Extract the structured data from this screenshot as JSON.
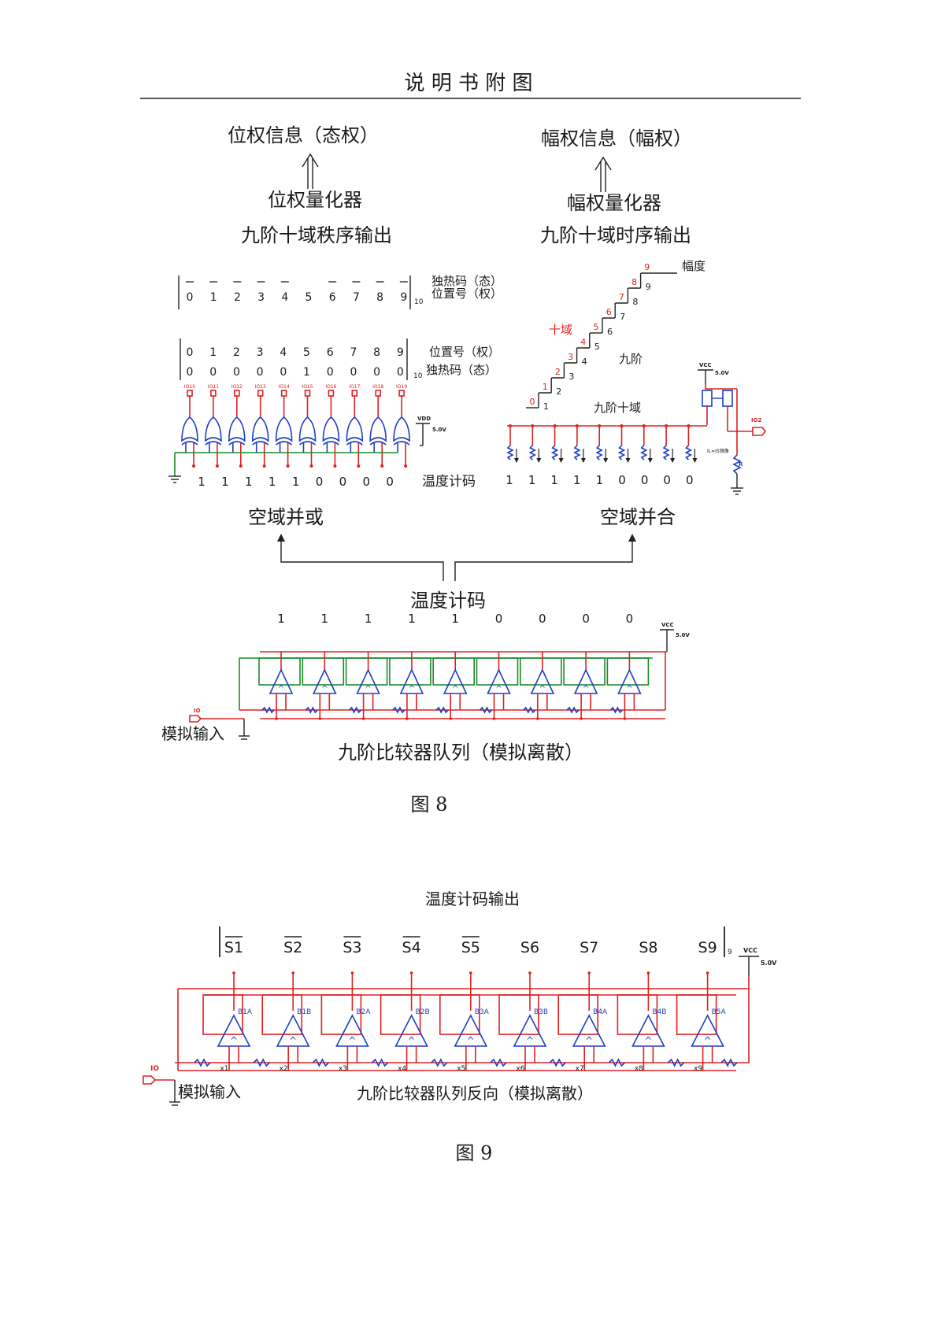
{
  "page": {
    "header": "说 明 书 附 图"
  },
  "fig8": {
    "left_top": "位权信息（态权）",
    "left_quantizer": "位权量化器",
    "left_order": "九阶十域秩序输出",
    "right_top": "幅权信息（幅权）",
    "right_quantizer": "幅权量化器",
    "right_order": "九阶十域时序输出",
    "pos_digits": [
      "0",
      "1",
      "2",
      "3",
      "4",
      "5",
      "6",
      "7",
      "8",
      "9"
    ],
    "sub10": "10",
    "onehot_label": "独热码（态）",
    "position_label": "位置号（权）",
    "onehot_values": [
      "0",
      "0",
      "0",
      "0",
      "0",
      "1",
      "0",
      "0",
      "0",
      "0"
    ],
    "io_labels": [
      "IO10",
      "IO11",
      "IO12",
      "IO13",
      "IO14",
      "IO15",
      "IO16",
      "IO17",
      "IO18",
      "IO19"
    ],
    "vdd": "VDD",
    "volt": "5.0V",
    "vcc": "VCC",
    "thermo_label": "温度计码",
    "thermo_values": [
      "1",
      "1",
      "1",
      "1",
      "1",
      "0",
      "0",
      "0",
      "0"
    ],
    "stair_red": [
      "0",
      "1",
      "2",
      "3",
      "4",
      "5",
      "6",
      "7",
      "8",
      "9"
    ],
    "stair_black": [
      "1",
      "2",
      "3",
      "4",
      "5",
      "6",
      "7",
      "8",
      "9"
    ],
    "amplitude": "幅度",
    "ten_domain": "十域",
    "nine_order": "九阶",
    "nine_ten": "九阶十域",
    "io2": "IO2",
    "mirror": "IL=IS镜像",
    "r_label": "R",
    "space_or": "空域并或",
    "space_and": "空域并合",
    "center_thermo": "温度计码",
    "analog_input": "模拟输入",
    "io": "IO",
    "caption_chain": "九阶比较器队列（模拟离散）",
    "figure": "图 8"
  },
  "fig9": {
    "title": "温度计码输出",
    "s_labels": [
      "S1",
      "S2",
      "S3",
      "S4",
      "S5",
      "S6",
      "S7",
      "S8",
      "S9"
    ],
    "sub9": "9",
    "vcc": "VCC",
    "volt": "5.0V",
    "comp_labels": [
      "B1A",
      "B1B",
      "B2A",
      "B2B",
      "B3A",
      "B3B",
      "B4A",
      "B4B",
      "B5A"
    ],
    "x_labels": [
      "x1",
      "x2",
      "x3",
      "x4",
      "x5",
      "x6",
      "x7",
      "x8",
      "x9"
    ],
    "io": "IO",
    "analog_input": "模拟输入",
    "caption_chain": "九阶比较器队列反向（模拟离散）",
    "figure": "图 9"
  }
}
